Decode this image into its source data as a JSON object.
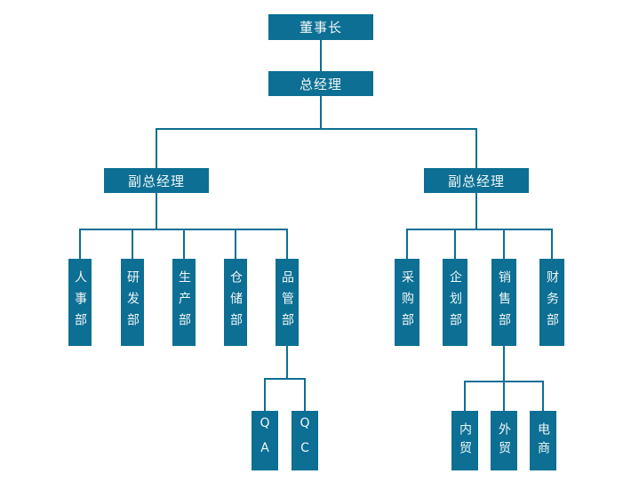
{
  "colors": {
    "node_fill": "#0C6F93",
    "node_text": "#F0F6F9",
    "connector": "#0C6F93",
    "background": "#FFFFFF"
  },
  "nodes": {
    "chairman": "董事长",
    "general_manager": "总经理",
    "deputy_gm_left": "副总经理",
    "deputy_gm_right": "副总经理",
    "dept_hr": "人事部",
    "dept_rnd": "研发部",
    "dept_production": "生产部",
    "dept_warehouse": "仓储部",
    "dept_quality": "品管部",
    "dept_purchasing": "采购部",
    "dept_planning": "企划部",
    "dept_sales": "销售部",
    "dept_finance": "财务部",
    "sub_qa": "QA",
    "sub_qc": "QC",
    "sales_domestic": "内贸",
    "sales_foreign": "外贸",
    "sales_ecommerce": "电商"
  },
  "edges": [
    [
      "chairman",
      "general_manager"
    ],
    [
      "general_manager",
      "deputy_gm_left"
    ],
    [
      "general_manager",
      "deputy_gm_right"
    ],
    [
      "deputy_gm_left",
      "dept_hr"
    ],
    [
      "deputy_gm_left",
      "dept_rnd"
    ],
    [
      "deputy_gm_left",
      "dept_production"
    ],
    [
      "deputy_gm_left",
      "dept_warehouse"
    ],
    [
      "deputy_gm_left",
      "dept_quality"
    ],
    [
      "deputy_gm_right",
      "dept_purchasing"
    ],
    [
      "deputy_gm_right",
      "dept_planning"
    ],
    [
      "deputy_gm_right",
      "dept_sales"
    ],
    [
      "deputy_gm_right",
      "dept_finance"
    ],
    [
      "dept_quality",
      "sub_qa"
    ],
    [
      "dept_quality",
      "sub_qc"
    ],
    [
      "dept_sales",
      "sales_domestic"
    ],
    [
      "dept_sales",
      "sales_foreign"
    ],
    [
      "dept_sales",
      "sales_ecommerce"
    ]
  ]
}
